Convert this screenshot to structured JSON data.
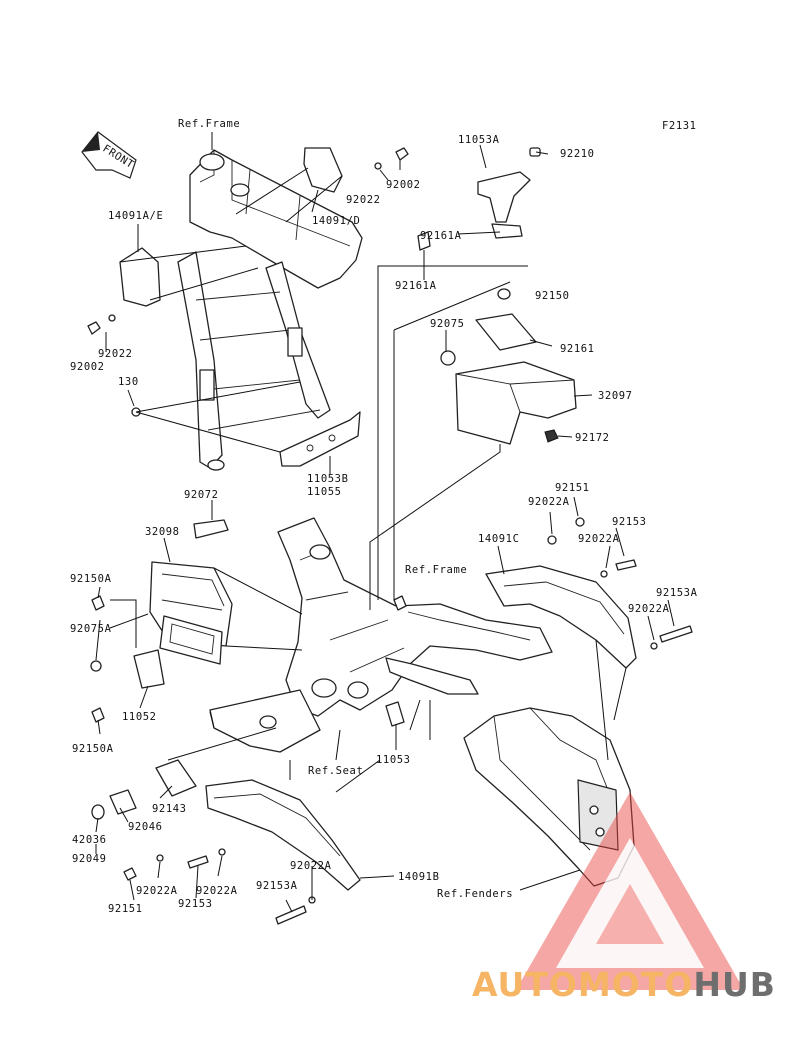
{
  "diagram": {
    "code": "F2131",
    "front_label": "FRONT",
    "labels": {
      "ref_frame_top": "Ref.Frame",
      "l_11053A": "11053A",
      "l_92210": "92210",
      "l_92002_top": "92002",
      "l_92022_top": "92022",
      "l_14091AE": "14091A/E",
      "l_14091D": "14091/D",
      "l_92161A_1": "92161A",
      "l_92161A_2": "92161A",
      "l_92022_left": "92022",
      "l_92002_left": "92002",
      "l_92150": "92150",
      "l_92075": "92075",
      "l_92161": "92161",
      "l_130": "130",
      "l_32097": "32097",
      "l_92172": "92172",
      "l_11053B": "11053B",
      "l_11055": "11055",
      "l_92072": "92072",
      "l_92151_r": "92151",
      "l_92022A_r1": "92022A",
      "l_92153_r": "92153",
      "l_32098": "32098",
      "l_14091C": "14091C",
      "l_92022A_r2": "92022A",
      "ref_frame_mid": "Ref.Frame",
      "l_92153A_r": "92153A",
      "l_92150A_1": "92150A",
      "l_92022A_r3": "92022A",
      "l_92075A": "92075A",
      "l_11052": "11052",
      "l_92150A_2": "92150A",
      "ref_seat": "Ref.Seat",
      "l_11053": "11053",
      "l_92143": "92143",
      "l_92046": "92046",
      "l_42036": "42036",
      "l_92049": "92049",
      "l_92022A_b1": "92022A",
      "l_92022A_b2": "92022A",
      "l_92022A_b3": "92022A",
      "l_14091B": "14091B",
      "l_92151_b": "92151",
      "l_92153_b": "92153",
      "l_92153A_b": "92153A",
      "ref_fenders": "Ref.Fenders"
    }
  },
  "watermark": {
    "brand_part1": "AUTOMOTO",
    "brand_part2": "HUB",
    "color_part1": "#f4a94a",
    "color_triangle": "#e8413c",
    "color_part2": "#555555"
  }
}
